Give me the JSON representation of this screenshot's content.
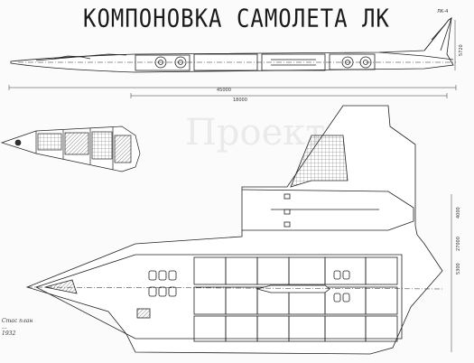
{
  "drawing": {
    "title": "КОМПОНОВКА САМОЛЕТА ЛК",
    "dimensions": {
      "overall_length": "45000",
      "second_length": "18000",
      "fuselage_height": "5720",
      "span_upper": "4000",
      "span_mid": "27000",
      "span_lower": "5300"
    },
    "corner_note": "ЛК-4",
    "stamp_lines": [
      "Стас план",
      "...",
      "1932"
    ],
    "background_watermark": "Проект"
  }
}
